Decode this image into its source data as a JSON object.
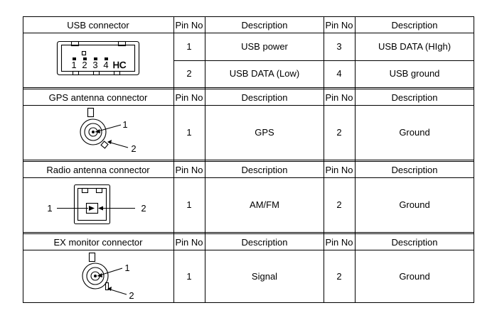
{
  "sections": [
    {
      "title": "USB connector",
      "headers": [
        "Pin No",
        "Description",
        "Pin No",
        "Description"
      ],
      "rows": [
        [
          "1",
          "USB power",
          "3",
          "USB DATA (HIgh)"
        ],
        [
          "2",
          "USB DATA (Low)",
          "4",
          "USB ground"
        ]
      ],
      "diagram": {
        "pins": [
          "1",
          "2",
          "3",
          "4"
        ],
        "marking": "HC"
      }
    },
    {
      "title": "GPS antenna connector",
      "headers": [
        "Pin No",
        "Description",
        "Pin No",
        "Description"
      ],
      "rows": [
        [
          "1",
          "GPS",
          "2",
          "Ground"
        ]
      ],
      "diagram": {
        "pins": [
          "1",
          "2"
        ]
      }
    },
    {
      "title": "Radio antenna connector",
      "headers": [
        "Pin No",
        "Description",
        "Pin No",
        "Description"
      ],
      "rows": [
        [
          "1",
          "AM/FM",
          "2",
          "Ground"
        ]
      ],
      "diagram": {
        "pins": [
          "1",
          "2"
        ]
      }
    },
    {
      "title": "EX monitor connector",
      "headers": [
        "Pin No",
        "Description",
        "Pin No",
        "Description"
      ],
      "rows": [
        [
          "1",
          "Signal",
          "2",
          "Ground"
        ]
      ],
      "diagram": {
        "pins": [
          "1",
          "2"
        ]
      }
    }
  ]
}
